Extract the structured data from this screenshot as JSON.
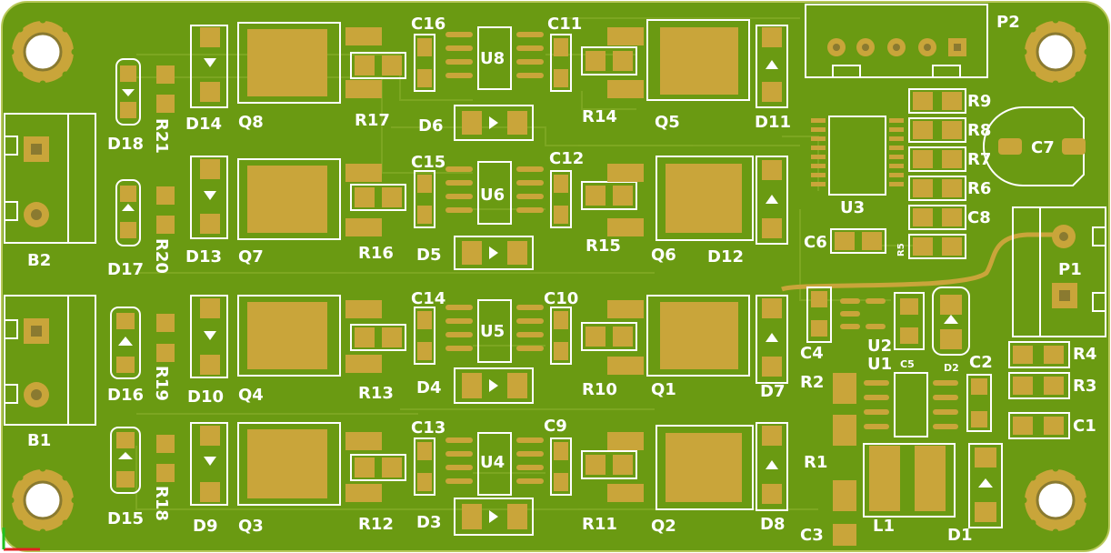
{
  "board": {
    "colors": {
      "mask": "#6a9a12",
      "copper": "#8ab72a",
      "pad": "#c9a53a",
      "silk": "#ffffff",
      "drill": "#8a7a30"
    }
  },
  "labels": {
    "P2": "P2",
    "P1": "P1",
    "B2": "B2",
    "B1": "B1",
    "C16": "C16",
    "C11": "C11",
    "C15": "C15",
    "C12": "C12",
    "C14": "C14",
    "C10": "C10",
    "C13": "C13",
    "C9": "C9",
    "U8": "U8",
    "U6": "U6",
    "U5": "U5",
    "U4": "U4",
    "Q8": "Q8",
    "Q7": "Q7",
    "Q4": "Q4",
    "Q3": "Q3",
    "Q5": "Q5",
    "Q6": "Q6",
    "Q1": "Q1",
    "Q2": "Q2",
    "R17": "R17",
    "R16": "R16",
    "R13": "R13",
    "R12": "R12",
    "R14": "R14",
    "R15": "R15",
    "R10": "R10",
    "R11": "R11",
    "D14": "D14",
    "D13": "D13",
    "D10": "D10",
    "D9": "D9",
    "D18": "D18",
    "D17": "D17",
    "D16": "D16",
    "D15": "D15",
    "R21": "R21",
    "R20": "R20",
    "R19": "R19",
    "R18": "R18",
    "D6": "D6",
    "D5": "D5",
    "D4": "D4",
    "D3": "D3",
    "D11": "D11",
    "D12": "D12",
    "D7": "D7",
    "D8": "D8",
    "R9": "R9",
    "R8": "R8",
    "R7": "R7",
    "R6": "R6",
    "C8": "C8",
    "C7": "C7",
    "C6": "C6",
    "U3": "U3",
    "R5": "R5",
    "C4": "C4",
    "U2": "U2",
    "C5": "C5",
    "D2": "D2",
    "U1": "U1",
    "C2": "C2",
    "R4": "R4",
    "R3": "R3",
    "C1": "C1",
    "R2": "R2",
    "R1": "R1",
    "C3": "C3",
    "L1": "L1",
    "D1": "D1"
  }
}
